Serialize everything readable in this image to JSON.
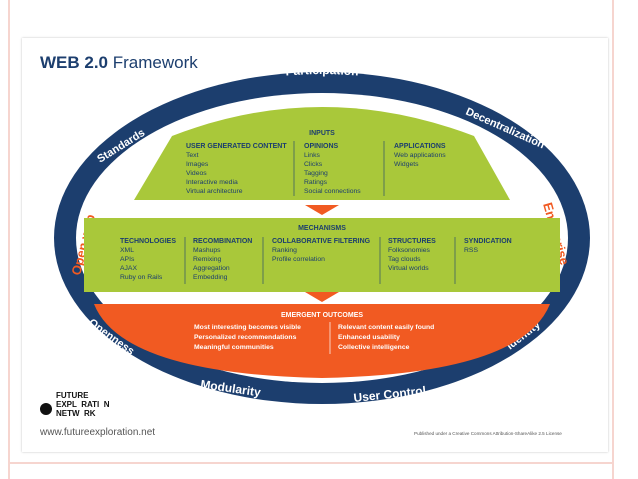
{
  "slide": {
    "title_bold": "WEB 2.0",
    "title_rest": " Framework",
    "footer_url": "www.futureexploration.net",
    "license": "Published under a Creative Commons Attribution-ShareAlike 2.5 License",
    "logo_lines": [
      "FUTURE",
      "EXPL  RATI  N",
      "NETW  RK"
    ]
  },
  "ring_labels": {
    "participation": "Participation",
    "decentralization": "Decentralization",
    "enterprise": "Enterprise",
    "identity": "Identity",
    "user_control": "User Control",
    "modularity": "Modularity",
    "openness": "Openness",
    "open_web": "Open web",
    "standards": "Standards"
  },
  "inputs": {
    "title": "INPUTS",
    "columns": [
      {
        "heading": "USER GENERATED CONTENT",
        "items": [
          "Text",
          "Images",
          "Videos",
          "Interactive media",
          "Virtual architecture"
        ]
      },
      {
        "heading": "OPINIONS",
        "items": [
          "Links",
          "Clicks",
          "Tagging",
          "Ratings",
          "Social connections"
        ]
      },
      {
        "heading": "APPLICATIONS",
        "items": [
          "Web applications",
          "Widgets"
        ]
      }
    ]
  },
  "mechanisms": {
    "title": "MECHANISMS",
    "columns": [
      {
        "heading": "TECHNOLOGIES",
        "items": [
          "XML",
          "APIs",
          "AJAX",
          "Ruby on Rails"
        ]
      },
      {
        "heading": "RECOMBINATION",
        "items": [
          "Mashups",
          "Remixing",
          "Aggregation",
          "Embedding"
        ]
      },
      {
        "heading": "COLLABORATIVE FILTERING",
        "items": [
          "Ranking",
          "Profile correlation"
        ]
      },
      {
        "heading": "STRUCTURES",
        "items": [
          "Folksonomies",
          "Tag clouds",
          "Virtual worlds"
        ]
      },
      {
        "heading": "SYNDICATION",
        "items": [
          "RSS"
        ]
      }
    ]
  },
  "outcomes": {
    "title": "EMERGENT OUTCOMES",
    "left": [
      "Most interesting becomes visible",
      "Personalized recommendations",
      "Meaningful communities"
    ],
    "right": [
      "Relevant content easily found",
      "Enhanced usability",
      "Collective intelligence"
    ]
  },
  "colors": {
    "navy": "#1c3e6e",
    "green": "#a9c83a",
    "dark_green": "#8eb02e",
    "orange": "#f15a22",
    "enterprise_text": "#f15a22"
  }
}
